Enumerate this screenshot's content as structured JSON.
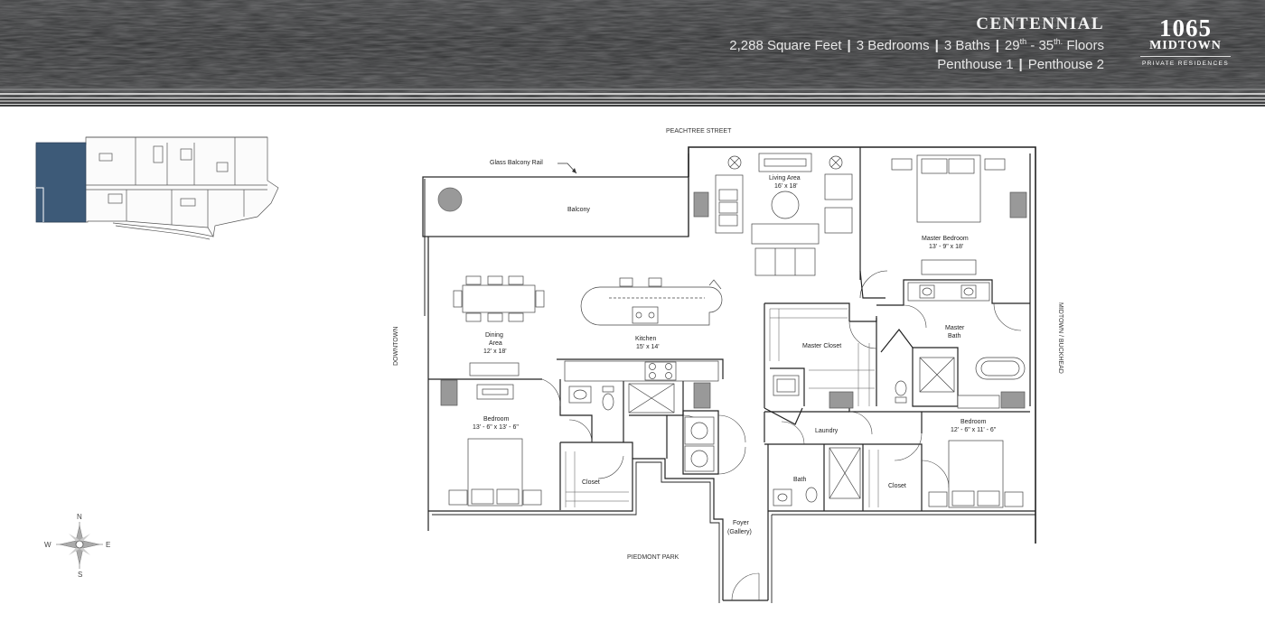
{
  "header": {
    "model_name": "CENTENNIAL",
    "square_feet": "2,288 Square Feet",
    "bedrooms": "3 Bedrooms",
    "baths": "3 Baths",
    "floors_from": "29",
    "floors_from_sup": "th",
    "floors_dash": " - ",
    "floors_to": "35",
    "floors_to_sup": "th.",
    "floors_word": " Floors",
    "separator": "|",
    "penthouse_1": "Penthouse 1",
    "penthouse_2": "Penthouse 2"
  },
  "logo": {
    "number": "1065",
    "name": "MIDTOWN",
    "subtitle": "PRIVATE RESIDENCES"
  },
  "compass": {
    "north": "N",
    "south": "S",
    "east": "E",
    "west": "W"
  },
  "streets": {
    "top": "PEACHTREE STREET",
    "left": "DOWNTOWN",
    "right": "MIDTOWN / BUCKHEAD",
    "bottom": "PIEDMONT PARK"
  },
  "rooms": {
    "glass_rail": "Glass Balcony Rail",
    "balcony": "Balcony",
    "living": "Living Area",
    "living_dim": "16' x 18'",
    "master_bed": "Master Bedroom",
    "master_bed_dim": "13' - 9\" x 18'",
    "dining": "Dining",
    "dining_2": "Area",
    "dining_dim": "12' x 18'",
    "kitchen": "Kitchen",
    "kitchen_dim": "15' x 14'",
    "master_closet": "Master Closet",
    "master_bath": "Master",
    "master_bath_2": "Bath",
    "bedroom_left": "Bedroom",
    "bedroom_left_dim": "13' - 6\" x 13' - 6\"",
    "laundry": "Laundry",
    "bedroom_right": "Bedroom",
    "bedroom_right_dim": "12' - 6\" x 11' - 6\"",
    "closet_left": "Closet",
    "bath": "Bath",
    "closet_right": "Closet",
    "foyer": "Foyer",
    "foyer_2": "(Gallery)"
  },
  "colors": {
    "highlight": "#3d5a78",
    "wall": "#222222",
    "fixture": "#999999"
  }
}
